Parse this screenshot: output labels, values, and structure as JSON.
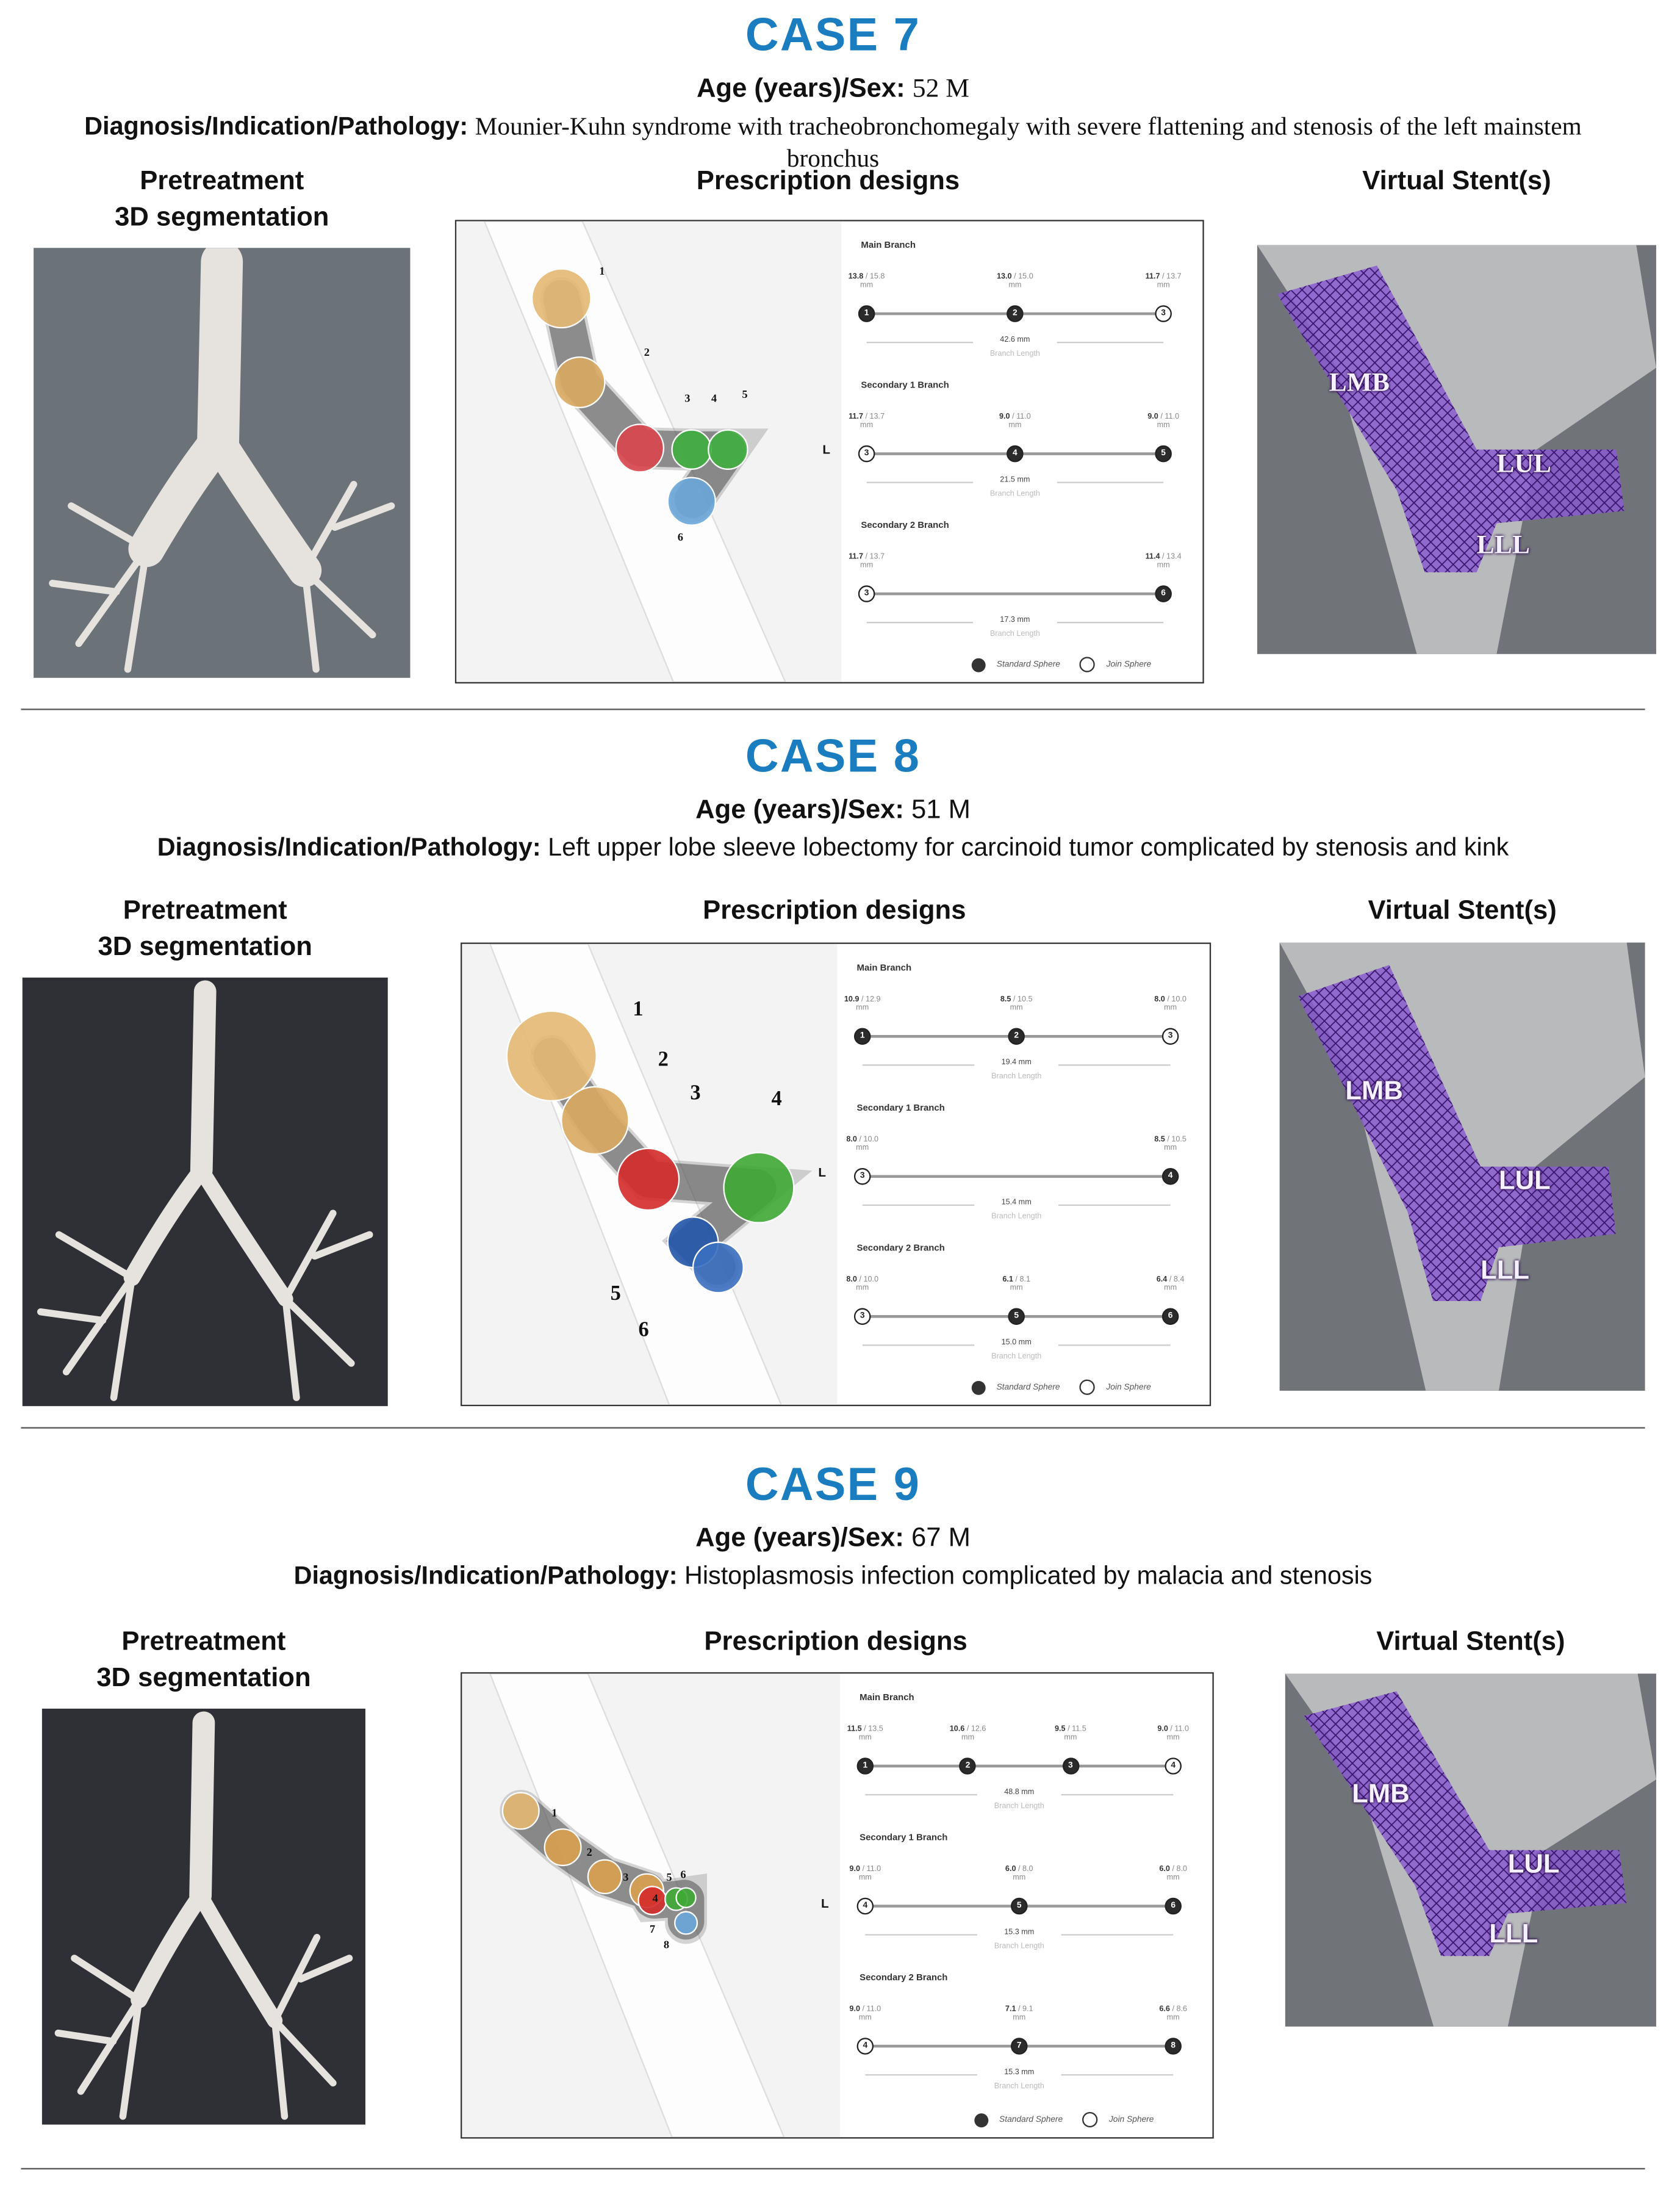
{
  "cases": [
    {
      "title": "CASE 7",
      "age_label": "Age (years)/Sex:",
      "age_value": "52 M",
      "dx_label": "Diagnosis/Indication/Pathology:",
      "dx_value": "Mounier-Kuhn syndrome with tracheobronchomegaly with severe flattening and stenosis of the left mainstem bronchus",
      "seg_heading": [
        "Pretreatment",
        "3D segmentation"
      ],
      "prescription_heading": "Prescription designs",
      "stent_heading": "Virtual Stent(s)",
      "seg_bg": "#6b7278",
      "sphere_labels": [
        "1",
        "2",
        "3",
        "4",
        "5",
        "6"
      ],
      "sphere_colors": [
        "#e3b873",
        "#d9a860",
        "#d8454c",
        "#3fae3f",
        "#3fae3f",
        "#6aa6d8"
      ],
      "side_label": "L",
      "branches": [
        {
          "name": "Main Branch",
          "points": [
            {
              "num": "1",
              "inner": "13.8",
              "outer": "15.8",
              "unit": "mm",
              "type": "standard"
            },
            {
              "num": "2",
              "inner": "13.0",
              "outer": "15.0",
              "unit": "mm",
              "type": "standard"
            },
            {
              "num": "3",
              "inner": "11.7",
              "outer": "13.7",
              "unit": "mm",
              "type": "join"
            }
          ],
          "length": "42.6 mm",
          "length_label": "Branch Length"
        },
        {
          "name": "Secondary 1 Branch",
          "points": [
            {
              "num": "3",
              "inner": "11.7",
              "outer": "13.7",
              "unit": "mm",
              "type": "join"
            },
            {
              "num": "4",
              "inner": "9.0",
              "outer": "11.0",
              "unit": "mm",
              "type": "standard"
            },
            {
              "num": "5",
              "inner": "9.0",
              "outer": "11.0",
              "unit": "mm",
              "type": "standard"
            }
          ],
          "length": "21.5 mm",
          "length_label": "Branch Length"
        },
        {
          "name": "Secondary 2 Branch",
          "points": [
            {
              "num": "3",
              "inner": "11.7",
              "outer": "13.7",
              "unit": "mm",
              "type": "join"
            },
            {
              "num": "6",
              "inner": "11.4",
              "outer": "13.4",
              "unit": "mm",
              "type": "standard"
            }
          ],
          "length": "17.3 mm",
          "length_label": "Branch Length"
        }
      ],
      "legend": {
        "standard": "Standard Sphere",
        "join": "Join Sphere"
      },
      "stent_labels": [
        "LMB",
        "LUL",
        "LLL"
      ]
    },
    {
      "title": "CASE 8",
      "age_label": "Age (years)/Sex:",
      "age_value": "51 M",
      "dx_label": "Diagnosis/Indication/Pathology:",
      "dx_value": "Left upper lobe sleeve lobectomy for carcinoid tumor complicated by stenosis and kink",
      "seg_heading": [
        "Pretreatment",
        "3D segmentation"
      ],
      "prescription_heading": "Prescription designs",
      "stent_heading": "Virtual Stent(s)",
      "seg_bg": "#2e3036",
      "sphere_labels": [
        "1",
        "2",
        "3",
        "4",
        "5",
        "6"
      ],
      "sphere_colors": [
        "#e3b873",
        "#d9a860",
        "#d42a2a",
        "#3faa35",
        "#2457a8",
        "#3b6fc0"
      ],
      "side_label": "L",
      "branches": [
        {
          "name": "Main Branch",
          "points": [
            {
              "num": "1",
              "inner": "10.9",
              "outer": "12.9",
              "unit": "mm",
              "type": "standard"
            },
            {
              "num": "2",
              "inner": "8.5",
              "outer": "10.5",
              "unit": "mm",
              "type": "standard"
            },
            {
              "num": "3",
              "inner": "8.0",
              "outer": "10.0",
              "unit": "mm",
              "type": "join"
            }
          ],
          "length": "19.4 mm",
          "length_label": "Branch Length"
        },
        {
          "name": "Secondary 1 Branch",
          "points": [
            {
              "num": "3",
              "inner": "8.0",
              "outer": "10.0",
              "unit": "mm",
              "type": "join"
            },
            {
              "num": "4",
              "inner": "8.5",
              "outer": "10.5",
              "unit": "mm",
              "type": "standard"
            }
          ],
          "length": "15.4 mm",
          "length_label": "Branch Length"
        },
        {
          "name": "Secondary 2 Branch",
          "points": [
            {
              "num": "3",
              "inner": "8.0",
              "outer": "10.0",
              "unit": "mm",
              "type": "join"
            },
            {
              "num": "5",
              "inner": "6.1",
              "outer": "8.1",
              "unit": "mm",
              "type": "standard"
            },
            {
              "num": "6",
              "inner": "6.4",
              "outer": "8.4",
              "unit": "mm",
              "type": "standard"
            }
          ],
          "length": "15.0 mm",
          "length_label": "Branch Length"
        }
      ],
      "legend": {
        "standard": "Standard Sphere",
        "join": "Join Sphere"
      },
      "stent_labels": [
        "LMB",
        "LUL",
        "LLL"
      ]
    },
    {
      "title": "CASE 9",
      "age_label": "Age (years)/Sex:",
      "age_value": "67 M",
      "dx_label": "Diagnosis/Indication/Pathology:",
      "dx_value": "Histoplasmosis infection complicated by malacia and stenosis",
      "seg_heading": [
        "Pretreatment",
        "3D segmentation"
      ],
      "prescription_heading": "Prescription designs",
      "stent_heading": "Virtual Stent(s)",
      "seg_bg": "#2e3036",
      "sphere_labels": [
        "1",
        "2",
        "3",
        "4",
        "5",
        "6",
        "7",
        "8"
      ],
      "sphere_colors": [
        "#e3b873",
        "#d9a050",
        "#d9a050",
        "#d9a050",
        "#d42a2a",
        "#3faa35",
        "#3faa35",
        "#6aa6d8"
      ],
      "side_label": "L",
      "branches": [
        {
          "name": "Main Branch",
          "points": [
            {
              "num": "1",
              "inner": "11.5",
              "outer": "13.5",
              "unit": "mm",
              "type": "standard"
            },
            {
              "num": "2",
              "inner": "10.6",
              "outer": "12.6",
              "unit": "mm",
              "type": "standard"
            },
            {
              "num": "3",
              "inner": "9.5",
              "outer": "11.5",
              "unit": "mm",
              "type": "standard"
            },
            {
              "num": "4",
              "inner": "9.0",
              "outer": "11.0",
              "unit": "mm",
              "type": "join"
            }
          ],
          "length": "48.8 mm",
          "length_label": "Branch Length"
        },
        {
          "name": "Secondary 1 Branch",
          "points": [
            {
              "num": "4",
              "inner": "9.0",
              "outer": "11.0",
              "unit": "mm",
              "type": "join"
            },
            {
              "num": "5",
              "inner": "6.0",
              "outer": "8.0",
              "unit": "mm",
              "type": "standard"
            },
            {
              "num": "6",
              "inner": "6.0",
              "outer": "8.0",
              "unit": "mm",
              "type": "standard"
            }
          ],
          "length": "15.3 mm",
          "length_label": "Branch Length"
        },
        {
          "name": "Secondary 2 Branch",
          "points": [
            {
              "num": "4",
              "inner": "9.0",
              "outer": "11.0",
              "unit": "mm",
              "type": "join"
            },
            {
              "num": "7",
              "inner": "7.1",
              "outer": "9.1",
              "unit": "mm",
              "type": "standard"
            },
            {
              "num": "8",
              "inner": "6.6",
              "outer": "8.6",
              "unit": "mm",
              "type": "standard"
            }
          ],
          "length": "15.3 mm",
          "length_label": "Branch Length"
        }
      ],
      "legend": {
        "standard": "Standard Sphere",
        "join": "Join Sphere"
      },
      "stent_labels": [
        "LMB",
        "LUL",
        "LLL"
      ]
    }
  ]
}
